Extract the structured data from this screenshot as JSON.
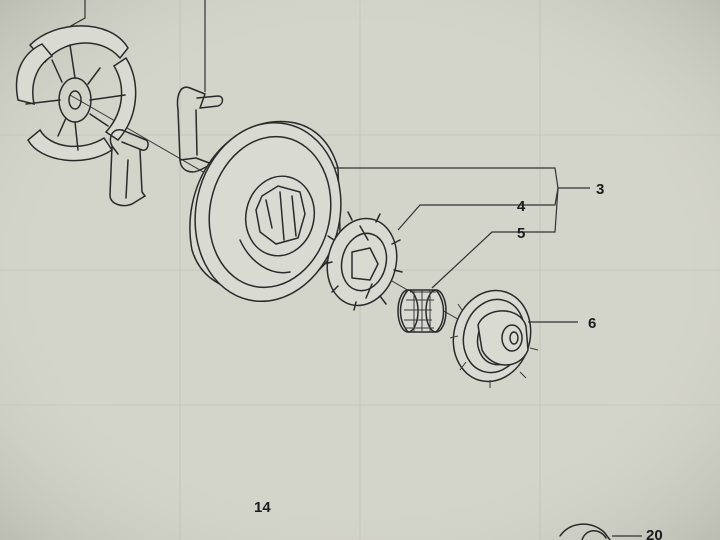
{
  "diagram": {
    "callouts": {
      "spring_clutch": "3",
      "sprocket_rim": "4",
      "needle_bearing": "5",
      "drive_sprocket": "6",
      "page_number": "14",
      "cut_number": "20"
    },
    "parts": [
      "clutch-shoes",
      "clutch-spring-large",
      "clutch-spring-small",
      "clutch-drum",
      "sprocket-rim",
      "needle-bearing",
      "drive-sprocket"
    ],
    "colors": {
      "paper": "#cfd0c6",
      "ink": "#2a2a2a"
    }
  }
}
